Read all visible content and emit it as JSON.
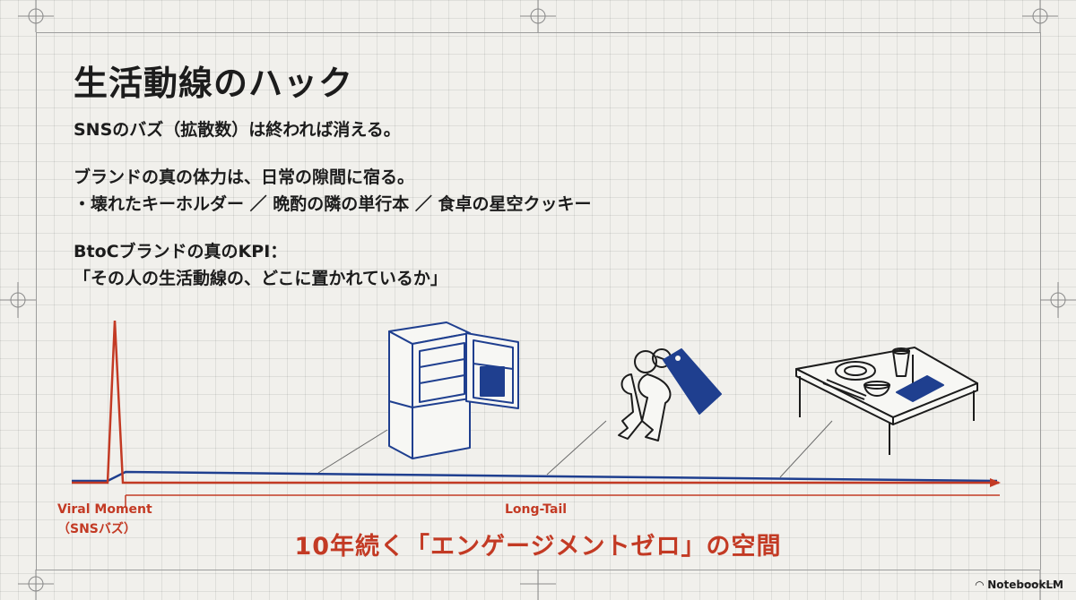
{
  "slide": {
    "title": "生活動線のハック",
    "body": {
      "line1": "SNSのバズ（拡散数）は終われば消える。",
      "line2": "ブランドの真の体力は、日常の隙間に宿る。",
      "line3": "・壊れたキーホルダー ／ 晩酌の隣の単行本 ／ 食卓の星空クッキー",
      "line4": "BtoCブランドの真のKPI：",
      "line5": "「その人の生活動線の、どこに置かれているか」"
    }
  },
  "diagram": {
    "viral_label_line1": "Viral Moment",
    "viral_label_line2": "（SNSバズ）",
    "longtail_label": "Long-Tail",
    "headline": "10年続く「エンゲージメントゼロ」の空間",
    "illustrations": [
      "refrigerator-icon",
      "keychain-icon",
      "dining-table-icon"
    ],
    "colors": {
      "accent_red": "#c33a24",
      "navy": "#1f3f8f",
      "ink": "#1c1c1c"
    }
  },
  "branding": {
    "label": "NotebookLM"
  }
}
